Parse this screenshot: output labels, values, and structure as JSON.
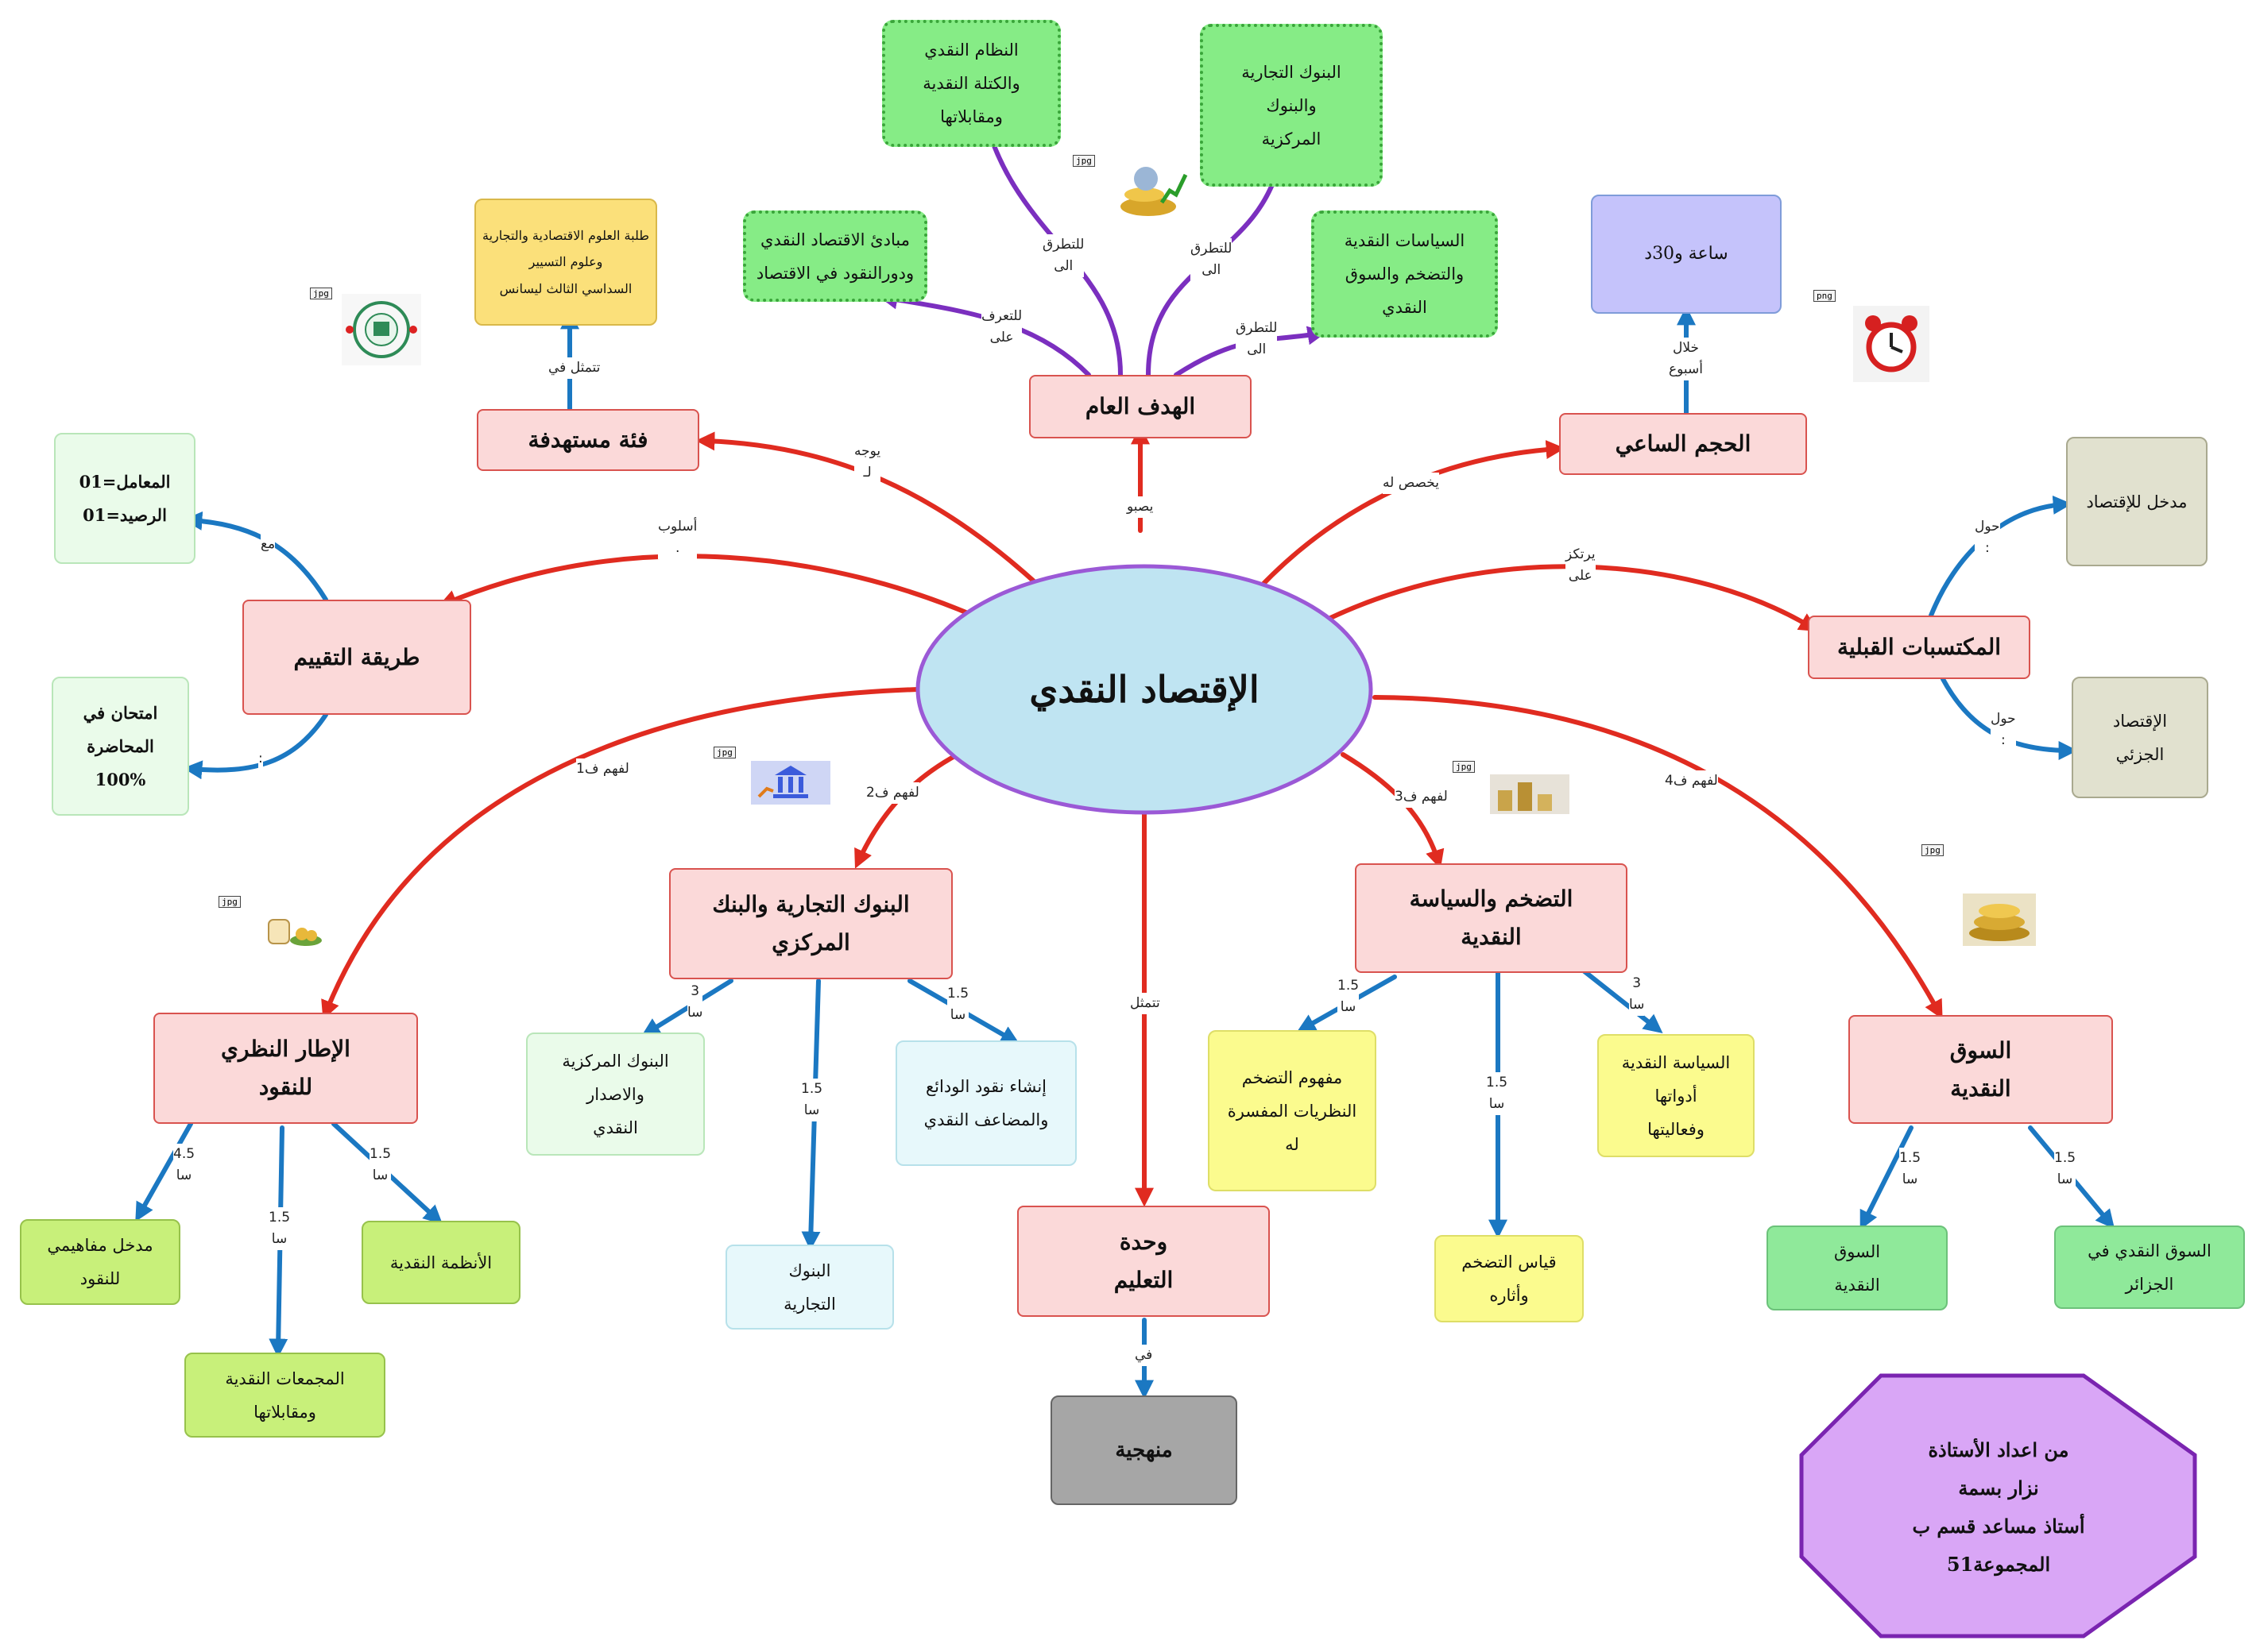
{
  "center": {
    "label": "الإقتصاد النقدي"
  },
  "goal": {
    "label": "الهدف العام",
    "link": "يصبو",
    "items": [
      {
        "text": "مبادئ الاقتصاد النقدي\nودورالنقود في الاقتصاد",
        "link": "للتعرف\nعلى"
      },
      {
        "text": "النظام النقدي\nوالكتلة النقدية\nومقابلاتها",
        "link": "للتطرق\nالى"
      },
      {
        "text": "البنوك التجارية\nوالبنوك\nالمركزية",
        "link": "للتطرق\nالى"
      },
      {
        "text": "السياسات النقدية\nوالتضخم والسوق\nالنقدي",
        "link": "للتطرق\nالى"
      }
    ]
  },
  "target": {
    "label": "فئة مستهدفة",
    "link": "يوجه\nلـ",
    "child": "طلبة العلوم الاقتصادية والتجارية\nوعلوم التسيير\nالسداسي الثالث ليسانس",
    "child_link": "تتمثل في"
  },
  "hours": {
    "label": "الحجم الساعي",
    "link": "يخصص له",
    "child": "ساعة و30د",
    "child_link": "خلال\nأسبوع"
  },
  "prereq": {
    "label": "المكتسبات القبلية",
    "link": "يرتكز\nعلى",
    "items": [
      {
        "text": "مدخل للإقتصاد",
        "link": "حول\n:"
      },
      {
        "text": "الإقتصاد\nالجزئي",
        "link": "حول\n:"
      }
    ]
  },
  "eval": {
    "label": "طريقة التقييم",
    "link": "أسلوب\n.",
    "items": [
      {
        "text": "المعامل=01\nالرصيد=01",
        "link": "مع"
      },
      {
        "text": "امتحان في\nالمحاضرة\n100%",
        "link": ":"
      }
    ]
  },
  "ch1": {
    "label": "الإطار النظري\nللنقود",
    "link": "لفهم ف1",
    "items": [
      {
        "text": "مدخل مفاهيمي\nللنقود",
        "link": "4.5\nسا"
      },
      {
        "text": "المجمعات النقدية\nومقابلاتها",
        "link": "1.5\nسا"
      },
      {
        "text": "الأنظمة النقدية",
        "link": "1.5\nسا"
      }
    ]
  },
  "ch2": {
    "label": "البنوك التجارية والبنك\nالمركزي",
    "link": "لفهم ف2",
    "items": [
      {
        "text": "البنوك المركزية\nوالاصدار\nالنقدي",
        "link": "3\nسا"
      },
      {
        "text": "البنوك\nالتجارية",
        "link": "1.5\nسا"
      },
      {
        "text": "إنشاء نقود الودائع\nوالمضاعف النقدي",
        "link": "1.5\nسا"
      }
    ]
  },
  "ch3": {
    "label": "التضخم والسياسة\nالنقدية",
    "link": "لفهم ف3",
    "items": [
      {
        "text": "مفهوم التضخم\nالنظريات المفسرة\nله",
        "link": "1.5\nسا"
      },
      {
        "text": "قياس التضخم\nوأثاره",
        "link": "1.5\nسا"
      },
      {
        "text": "السياسة النقدية\nأدواتها\nوفعاليتها",
        "link": "3\nسا"
      }
    ]
  },
  "ch4": {
    "label": "السوق\nالنقدية",
    "link": "لفهم ف4",
    "items": [
      {
        "text": "السوق\nالنقدية",
        "link": "1.5\nسا"
      },
      {
        "text": "السوق النقدي في\nالجزائر",
        "link": "1.5\nسا"
      }
    ]
  },
  "unit": {
    "label": "وحدة\nالتعليم",
    "link": "تتمثل",
    "child": "منهجية",
    "child_link": "في"
  },
  "author": {
    "text": "من اعداد الأستاذة\nنزار بسمة\nأستاذ مساعد قسم ب\nالمجموعة51"
  },
  "image_tags": {
    "jpg": "jpg",
    "png": "png"
  },
  "colors": {
    "red_link": "#e02b20",
    "blue_link": "#1b78c2",
    "purple_link": "#7b2fbf",
    "center_fill": "#bfe4f2",
    "center_border": "#9b59d6",
    "author_fill": "#d9a6f6",
    "author_border": "#7a24b0"
  },
  "icons": [
    "university-logo-icon",
    "coins-icon",
    "alarm-clock-icon",
    "bank-chart-icon",
    "money-stack-icon",
    "market-coins-icon",
    "coin-jar-icon"
  ]
}
